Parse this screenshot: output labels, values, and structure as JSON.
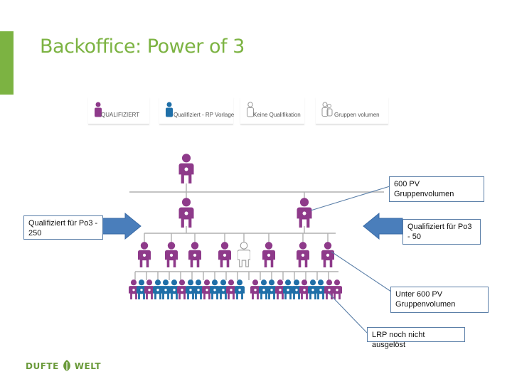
{
  "title": "Backoffice: Power of 3",
  "legend": [
    {
      "label": "QUALIFIZIERT",
      "color": "#8e3a8a",
      "style": "filled"
    },
    {
      "label": "Qualifiziert - RP Vorlage",
      "color": "#1f6fa8",
      "style": "filled"
    },
    {
      "label": "Keine Qualifikation",
      "color": "#9a9a9a",
      "style": "outline"
    },
    {
      "label": "Gruppen volumen",
      "color": "#9a9a9a",
      "style": "outline"
    }
  ],
  "callouts": {
    "volume_600": "600 PV Gruppenvolumen",
    "qual_250": "Qualifiziert für Po3 - 250",
    "qual_50": "Qualifiziert für Po3 - 50",
    "under_600": "Unter 600 PV Gruppenvolumen",
    "lrp": "LRP noch nicht ausgelöst"
  },
  "colors": {
    "brand_green": "#7cb342",
    "purple": "#8e3a8a",
    "blue": "#1f6fa8",
    "arrow_blue": "#4a7ebb",
    "outline_gray": "#9a9a9a"
  },
  "logo": {
    "left": "DUFTE",
    "right": "WELT"
  }
}
